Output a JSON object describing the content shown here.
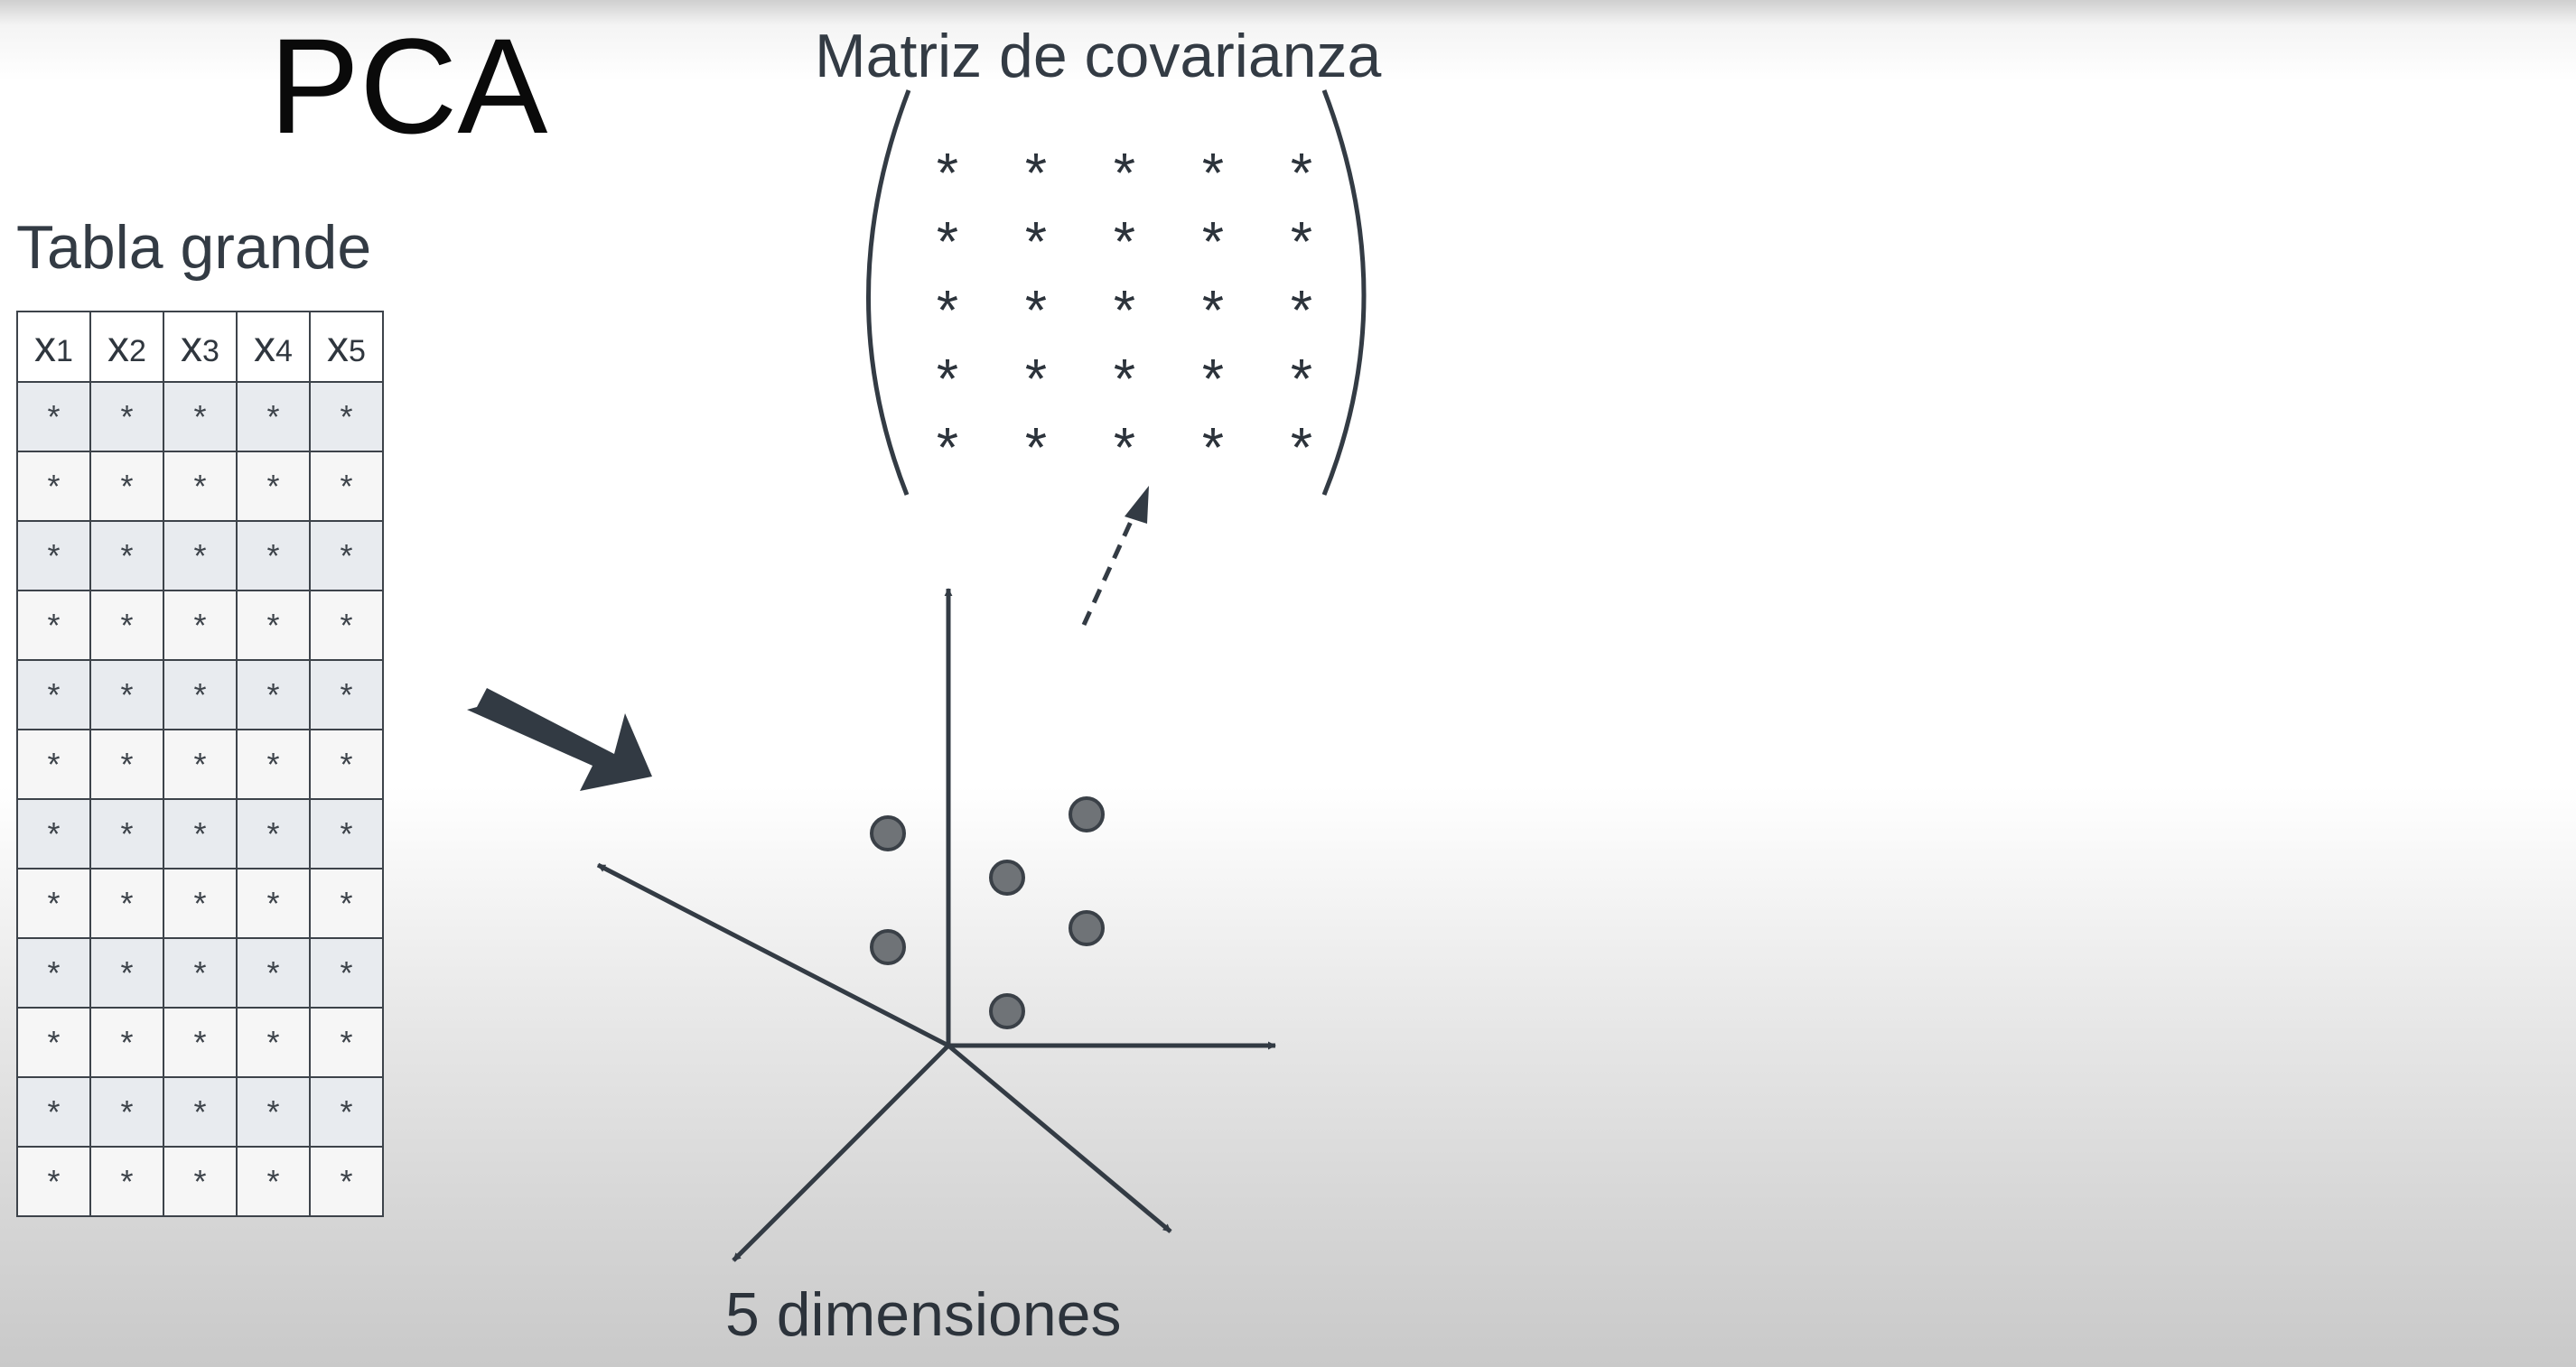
{
  "title": "PCA",
  "matrix": {
    "title": "Matriz de covarianza",
    "cells": [
      [
        "*",
        "*",
        "*",
        "*",
        "*"
      ],
      [
        "*",
        "*",
        "*",
        "*",
        "*"
      ],
      [
        "*",
        "*",
        "*",
        "*",
        "*"
      ],
      [
        "*",
        "*",
        "*",
        "*",
        "*"
      ],
      [
        "*",
        "*",
        "*",
        "*",
        "*"
      ]
    ]
  },
  "table": {
    "title": "Tabla grande",
    "headers": [
      {
        "base": "x",
        "sub": "1"
      },
      {
        "base": "x",
        "sub": "2"
      },
      {
        "base": "x",
        "sub": "3"
      },
      {
        "base": "x",
        "sub": "4"
      },
      {
        "base": "x",
        "sub": "5"
      }
    ],
    "rows": [
      [
        "*",
        "*",
        "*",
        "*",
        "*"
      ],
      [
        "*",
        "*",
        "*",
        "*",
        "*"
      ],
      [
        "*",
        "*",
        "*",
        "*",
        "*"
      ],
      [
        "*",
        "*",
        "*",
        "*",
        "*"
      ],
      [
        "*",
        "*",
        "*",
        "*",
        "*"
      ],
      [
        "*",
        "*",
        "*",
        "*",
        "*"
      ],
      [
        "*",
        "*",
        "*",
        "*",
        "*"
      ],
      [
        "*",
        "*",
        "*",
        "*",
        "*"
      ],
      [
        "*",
        "*",
        "*",
        "*",
        "*"
      ],
      [
        "*",
        "*",
        "*",
        "*",
        "*"
      ],
      [
        "*",
        "*",
        "*",
        "*",
        "*"
      ],
      [
        "*",
        "*",
        "*",
        "*",
        "*"
      ]
    ]
  },
  "axes": {
    "label": "5 dimensiones"
  },
  "colors": {
    "text": "#333b44",
    "stroke": "#333b44",
    "point_fill": "#6f7377",
    "cell_tint": "#e8ebef"
  }
}
